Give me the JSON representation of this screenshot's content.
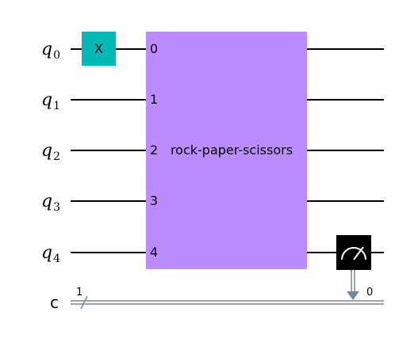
{
  "qubits": [
    {
      "name": "q",
      "index": "0"
    },
    {
      "name": "q",
      "index": "1"
    },
    {
      "name": "q",
      "index": "2"
    },
    {
      "name": "q",
      "index": "3"
    },
    {
      "name": "q",
      "index": "4"
    }
  ],
  "classical": {
    "name": "c",
    "width_label": "1"
  },
  "x_gate": {
    "label": "X",
    "color": "#05BAB6"
  },
  "custom_gate": {
    "label": "rock-paper-scissors",
    "color": "#BB8BFF",
    "ports": [
      "0",
      "1",
      "2",
      "3",
      "4"
    ]
  },
  "measure": {
    "color": "#000000",
    "bit_index": "0",
    "icon": "meter-icon"
  },
  "colors": {
    "wire": "#000000",
    "classical_wire": "#778899"
  }
}
